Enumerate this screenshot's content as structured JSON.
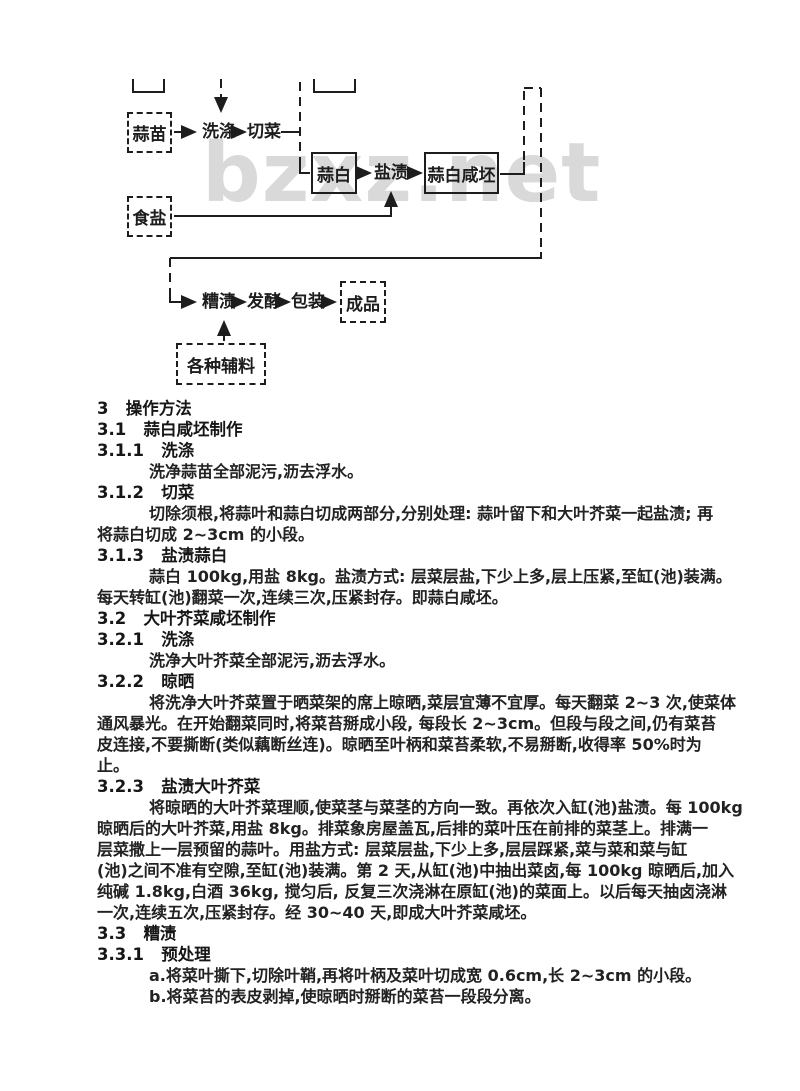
{
  "page": {
    "background": "#ffffff",
    "ink_color": "#1d1d1d"
  },
  "flowchart": {
    "watermark": "bzxz.net",
    "watermark_color": "#d9d9d9",
    "boxes": {
      "garlic_seedling": "蒜苗",
      "table_salt": "食盐",
      "garlic_white": "蒜白",
      "garlic_white_salted_base": "蒜白咸坯",
      "finished_product": "成品",
      "various_auxiliary_materials": "各种辅料"
    },
    "steps": {
      "washing": "洗涤",
      "cutting": "切菜",
      "salting": "盐渍",
      "wine_pickling": "糟渍",
      "fermentation": "发酵",
      "packaging": "包装"
    }
  },
  "document": {
    "lines": [
      {
        "style": "heading",
        "text": "3   操作方法"
      },
      {
        "style": "heading",
        "text": "3.1   蒜白咸坯制作"
      },
      {
        "style": "heading",
        "text": "3.1.1   洗涤"
      },
      {
        "style": "para",
        "text": "洗净蒜苗全部泥污,沥去浮水。"
      },
      {
        "style": "heading",
        "text": "3.1.2   切菜"
      },
      {
        "style": "para",
        "text": "切除须根,将蒜叶和蒜白切成两部分,分别处理: 蒜叶留下和大叶芥菜一起盐渍; 再"
      },
      {
        "style": "cont",
        "text": "将蒜白切成 2~3cm 的小段。"
      },
      {
        "style": "heading",
        "text": "3.1.3   盐渍蒜白"
      },
      {
        "style": "para",
        "text": "蒜白 100kg,用盐 8kg。盐渍方式: 层菜层盐,下少上多,层上压紧,至缸(池)装满。"
      },
      {
        "style": "cont",
        "text": "每天转缸(池)翻菜一次,连续三次,压紧封存。即蒜白咸坯。"
      },
      {
        "style": "heading",
        "text": "3.2   大叶芥菜咸坯制作"
      },
      {
        "style": "heading",
        "text": "3.2.1   洗涤"
      },
      {
        "style": "para",
        "text": "洗净大叶芥菜全部泥污,沥去浮水。"
      },
      {
        "style": "heading",
        "text": "3.2.2   晾晒"
      },
      {
        "style": "para",
        "text": "将洗净大叶芥菜置于晒菜架的席上晾晒,菜层宜薄不宜厚。每天翻菜 2~3 次,使菜体"
      },
      {
        "style": "cont",
        "text": "通风暴光。在开始翻菜同时,将菜苔掰成小段, 每段长 2~3cm。但段与段之间,仍有菜苔"
      },
      {
        "style": "cont",
        "text": "皮连接,不要撕断(类似藕断丝连)。晾晒至叶柄和菜苔柔软,不易掰断,收得率 50%时为"
      },
      {
        "style": "cont",
        "text": "止。"
      },
      {
        "style": "heading",
        "text": "3.2.3   盐渍大叶芥菜"
      },
      {
        "style": "para",
        "text": "将晾晒的大叶芥菜理顺,使菜茎与菜茎的方向一致。再依次入缸(池)盐渍。每 100kg"
      },
      {
        "style": "cont",
        "text": "晾晒后的大叶芥菜,用盐 8kg。排菜象房屋盖瓦,后排的菜叶压在前排的菜茎上。排满一"
      },
      {
        "style": "cont",
        "text": "层菜撒上一层预留的蒜叶。用盐方式: 层菜层盐,下少上多,层层踩紧,菜与菜和菜与缸"
      },
      {
        "style": "cont",
        "text": "(池)之间不准有空隙,至缸(池)装满。第 2 天,从缸(池)中抽出菜卤,每 100kg 晾晒后,加入"
      },
      {
        "style": "cont",
        "text": "纯碱 1.8kg,白酒 36kg, 搅匀后, 反复三次浇淋在原缸(池)的菜面上。以后每天抽卤浇淋"
      },
      {
        "style": "cont",
        "text": "一次,连续五次,压紧封存。经 30~40 天,即成大叶芥菜咸坯。"
      },
      {
        "style": "heading",
        "text": "3.3   糟渍"
      },
      {
        "style": "heading",
        "text": "3.3.1   预处理"
      },
      {
        "style": "para",
        "text": "a.将菜叶撕下,切除叶鞘,再将叶柄及菜叶切成宽 0.6cm,长 2~3cm 的小段。"
      },
      {
        "style": "para",
        "text": "b.将菜苔的表皮剥掉,使晾晒时掰断的菜苔一段段分离。"
      }
    ]
  }
}
